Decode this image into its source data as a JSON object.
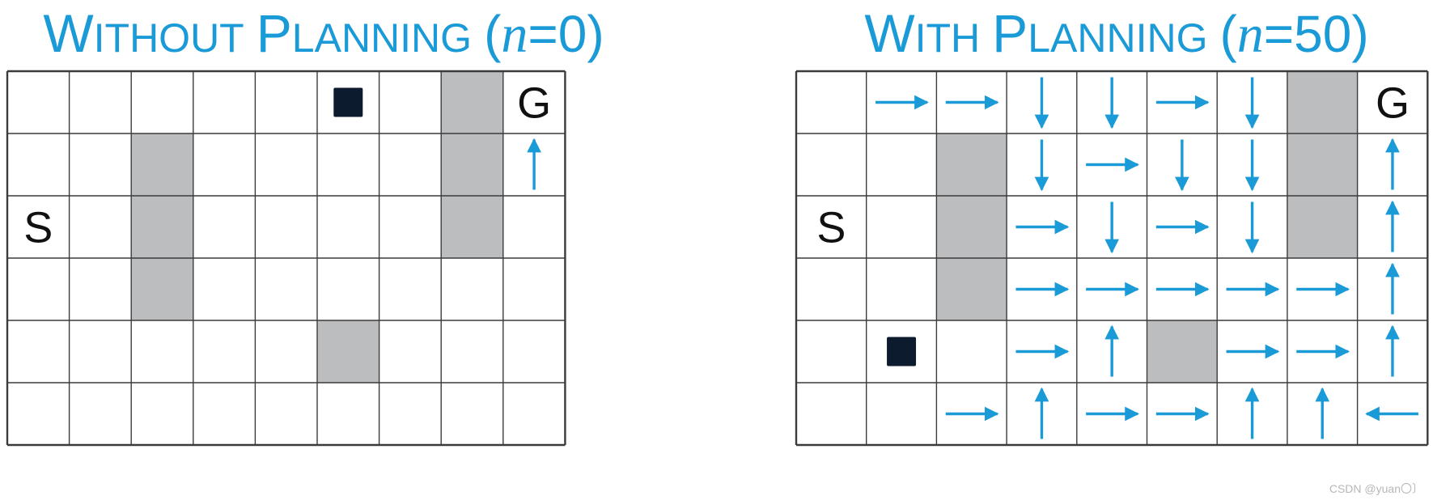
{
  "colors": {
    "title": "#1a9ad6",
    "arrow": "#1a9ad6",
    "obstacle": "#bcbdbf",
    "grid_line": "#3b3b3b",
    "agent": "#0d1b2e",
    "text": "#111111"
  },
  "grid": {
    "rows": 6,
    "cols": 9
  },
  "panels": [
    {
      "id": "without-planning",
      "title": {
        "lead_big": "W",
        "lead_small": "ITHOUT",
        "second_big": "P",
        "second_small": "LANNING",
        "open": "(",
        "var": "n",
        "eq": "=0",
        "close": ")"
      },
      "start": {
        "label": "S",
        "row": 2,
        "col": 0
      },
      "goal": {
        "label": "G",
        "row": 0,
        "col": 8
      },
      "agent": {
        "row": 0,
        "col": 5
      },
      "obstacles": [
        [
          0,
          7
        ],
        [
          1,
          7
        ],
        [
          2,
          7
        ],
        [
          1,
          2
        ],
        [
          2,
          2
        ],
        [
          3,
          2
        ],
        [
          4,
          5
        ]
      ],
      "policy": [
        [
          1,
          8,
          "up"
        ]
      ]
    },
    {
      "id": "with-planning",
      "title": {
        "lead_big": "W",
        "lead_small": "ITH",
        "second_big": "P",
        "second_small": "LANNING",
        "open": "(",
        "var": "n",
        "eq": "=50",
        "close": ")"
      },
      "start": {
        "label": "S",
        "row": 2,
        "col": 0
      },
      "goal": {
        "label": "G",
        "row": 0,
        "col": 8
      },
      "agent": {
        "row": 4,
        "col": 1
      },
      "obstacles": [
        [
          0,
          7
        ],
        [
          1,
          7
        ],
        [
          2,
          7
        ],
        [
          1,
          2
        ],
        [
          2,
          2
        ],
        [
          3,
          2
        ],
        [
          4,
          5
        ]
      ],
      "policy": [
        [
          0,
          1,
          "right"
        ],
        [
          0,
          2,
          "right"
        ],
        [
          0,
          3,
          "down"
        ],
        [
          0,
          4,
          "down"
        ],
        [
          0,
          5,
          "right"
        ],
        [
          0,
          6,
          "down"
        ],
        [
          1,
          3,
          "down"
        ],
        [
          1,
          4,
          "right"
        ],
        [
          1,
          5,
          "down"
        ],
        [
          1,
          6,
          "down"
        ],
        [
          1,
          8,
          "up"
        ],
        [
          2,
          3,
          "right"
        ],
        [
          2,
          4,
          "down"
        ],
        [
          2,
          5,
          "right"
        ],
        [
          2,
          6,
          "down"
        ],
        [
          2,
          8,
          "up"
        ],
        [
          3,
          3,
          "right"
        ],
        [
          3,
          4,
          "right"
        ],
        [
          3,
          5,
          "right"
        ],
        [
          3,
          6,
          "right"
        ],
        [
          3,
          7,
          "right"
        ],
        [
          3,
          8,
          "up"
        ],
        [
          4,
          3,
          "right"
        ],
        [
          4,
          4,
          "up"
        ],
        [
          4,
          6,
          "right"
        ],
        [
          4,
          7,
          "right"
        ],
        [
          4,
          8,
          "up"
        ],
        [
          5,
          2,
          "right"
        ],
        [
          5,
          3,
          "up"
        ],
        [
          5,
          4,
          "right"
        ],
        [
          5,
          5,
          "right"
        ],
        [
          5,
          6,
          "up"
        ],
        [
          5,
          7,
          "up"
        ],
        [
          5,
          8,
          "left"
        ]
      ]
    }
  ],
  "watermark": "CSDN @yuan〇〕"
}
